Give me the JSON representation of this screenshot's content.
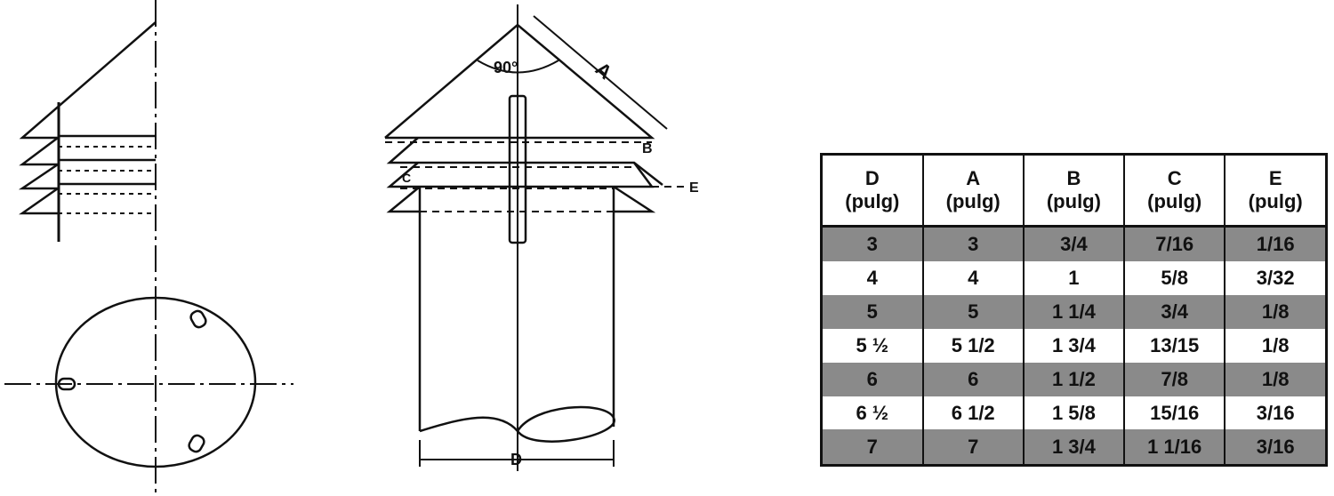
{
  "labels": {
    "angle": "90°",
    "dim_a": "A",
    "dim_b": "B",
    "dim_c": "C",
    "dim_e": "E",
    "dim_d": "D"
  },
  "table": {
    "headers": [
      {
        "name": "D",
        "unit": "(pulg)"
      },
      {
        "name": "A",
        "unit": "(pulg)"
      },
      {
        "name": "B",
        "unit": "(pulg)"
      },
      {
        "name": "C",
        "unit": "(pulg)"
      },
      {
        "name": "E",
        "unit": "(pulg)"
      }
    ],
    "rows": [
      [
        "3",
        "3",
        "3/4",
        "7/16",
        "1/16"
      ],
      [
        "4",
        "4",
        "1",
        "5/8",
        "3/32"
      ],
      [
        "5",
        "5",
        "1 1/4",
        "3/4",
        "1/8"
      ],
      [
        "5 ½",
        "5 1/2",
        "1 3/4",
        "13/15",
        "1/8"
      ],
      [
        "6",
        "6",
        "1 1/2",
        "7/8",
        "1/8"
      ],
      [
        "6 ½",
        "6 1/2",
        "1 5/8",
        "15/16",
        "3/16"
      ],
      [
        "7",
        "7",
        "1 3/4",
        "1 1/16",
        "3/16"
      ]
    ]
  }
}
